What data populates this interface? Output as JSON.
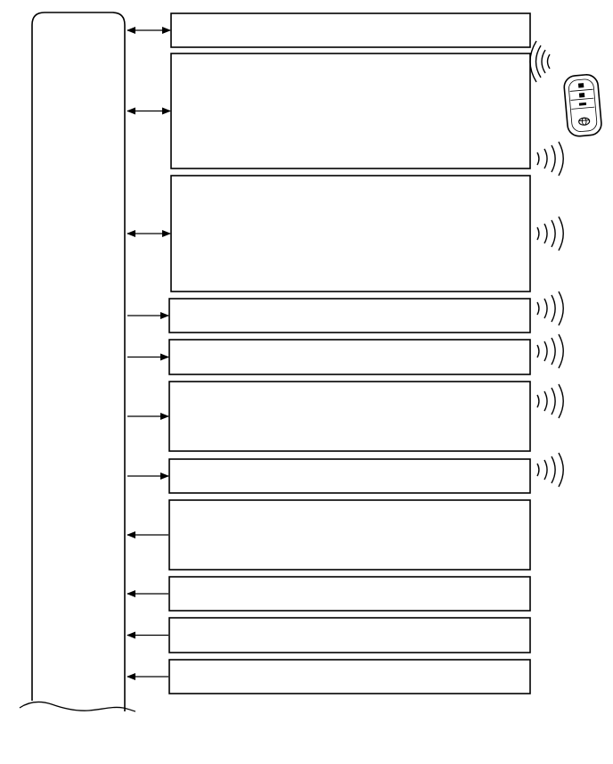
{
  "diagram": {
    "title": "",
    "controller": {
      "label": ""
    },
    "component_boxes": [
      {
        "label": "",
        "link": "bidirectional",
        "wireless": false
      },
      {
        "label": "",
        "link": "bidirectional",
        "wireless": true
      },
      {
        "label": "",
        "link": "bidirectional",
        "wireless": true
      },
      {
        "label": "",
        "link": "output",
        "wireless": true
      },
      {
        "label": "",
        "link": "output",
        "wireless": true
      },
      {
        "label": "",
        "link": "output",
        "wireless": true
      },
      {
        "label": "",
        "link": "output",
        "wireless": true
      },
      {
        "label": "",
        "link": "input",
        "wireless": false
      },
      {
        "label": "",
        "link": "input",
        "wireless": false
      },
      {
        "label": "",
        "link": "input",
        "wireless": false
      },
      {
        "label": "",
        "link": "input",
        "wireless": false
      }
    ],
    "key_fob": {
      "icon": "smart-key-fob-icon",
      "signal_icon": "radio-signal-icon"
    },
    "colors": {
      "line": "#000000",
      "background": "#ffffff"
    }
  }
}
